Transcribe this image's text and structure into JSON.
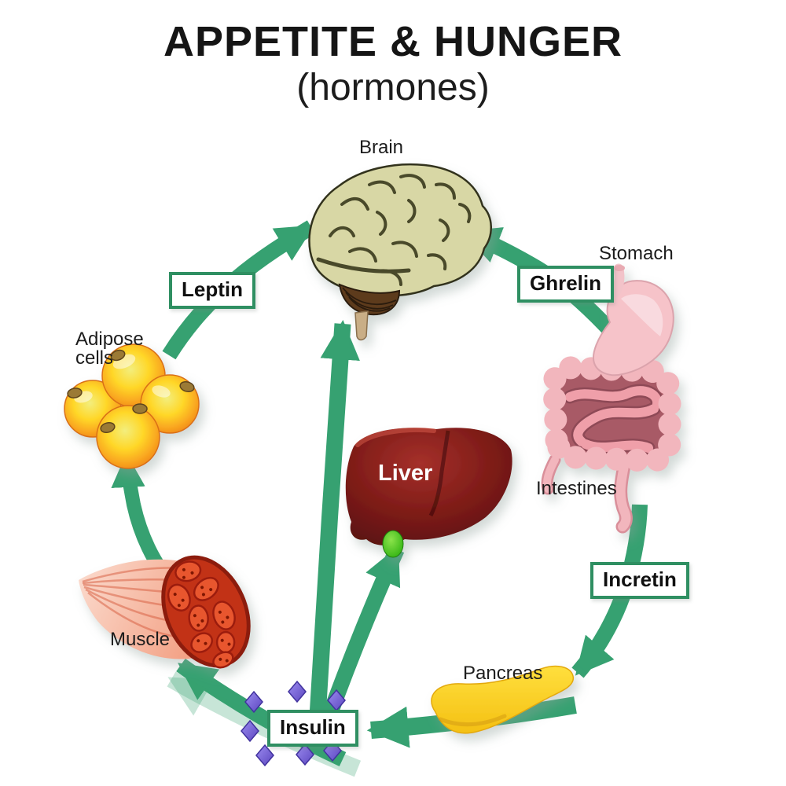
{
  "title": "APPETITE & HUNGER",
  "subtitle": "(hormones)",
  "labels": {
    "brain": "Brain",
    "stomach": "Stomach",
    "intestines": "Intestines",
    "pancreas": "Pancreas",
    "muscle": "Muscle",
    "adipose_cells": "Adipose cells",
    "liver": "Liver"
  },
  "hormones": {
    "leptin": "Leptin",
    "ghrelin": "Ghrelin",
    "incretin": "Incretin",
    "insulin": "Insulin"
  },
  "flows": [
    {
      "from": "Adipose cells",
      "to": "Brain",
      "hormone": "Leptin"
    },
    {
      "from": "Stomach",
      "to": "Brain",
      "hormone": "Ghrelin"
    },
    {
      "from": "Intestines",
      "to": "Pancreas",
      "hormone": "Incretin"
    },
    {
      "from": "Pancreas",
      "to": "Insulin",
      "hormone": "Insulin"
    },
    {
      "from": "Insulin",
      "to": "Brain",
      "hormone": ""
    },
    {
      "from": "Insulin",
      "to": "Liver",
      "hormone": ""
    },
    {
      "from": "Insulin",
      "to": "Muscle",
      "hormone": ""
    },
    {
      "from": "Insulin",
      "to": "Adipose cells",
      "hormone": ""
    }
  ],
  "colors": {
    "arrow_green": "#36a171",
    "box_border_green": "#2f8f62",
    "insulin_molecule_purple": "#7b64d4",
    "liver_red": "#7d1b17",
    "pancreas_yellow": "#ffd426",
    "adipose_orange": "#f59322",
    "muscle_red": "#e8572e",
    "stomach_pink": "#f6c3c9",
    "brain_khaki": "#d8d7a5"
  }
}
